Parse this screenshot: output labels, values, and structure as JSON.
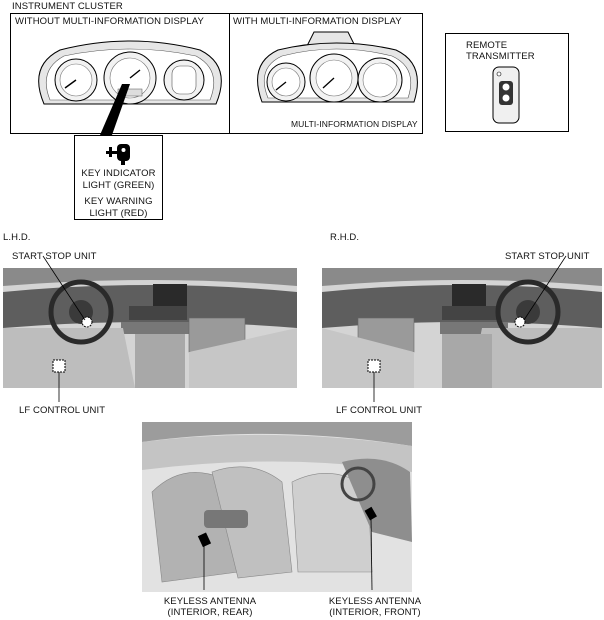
{
  "labels": {
    "instrument_cluster": "INSTRUMENT CLUSTER",
    "without_mid": "WITHOUT MULTI-INFORMATION DISPLAY",
    "with_mid": "WITH MULTI-INFORMATION DISPLAY",
    "mid": "MULTI-INFORMATION DISPLAY",
    "remote_transmitter_1": "REMOTE",
    "remote_transmitter_2": "TRANSMITTER",
    "key_indicator_1": "KEY INDICATOR",
    "key_indicator_2": "LIGHT (GREEN)",
    "key_warning_1": "KEY WARNING",
    "key_warning_2": "LIGHT (RED)",
    "lhd": "L.H.D.",
    "rhd": "R.H.D.",
    "start_stop_left": "START STOP UNIT",
    "start_stop_right": "START STOP UNIT",
    "lf_left": "LF CONTROL UNIT",
    "lf_right": "LF CONTROL UNIT",
    "keyless_rear_1": "KEYLESS ANTENNA",
    "keyless_rear_2": "(INTERIOR, REAR)",
    "keyless_front_1": "KEYLESS ANTENNA",
    "keyless_front_2": "(INTERIOR, FRONT)"
  },
  "icons": {
    "key_indicator": "key-icon",
    "remote": "remote-key-icon"
  },
  "colors": {
    "line": "#000000",
    "photo_dark": "#6a6a6a",
    "photo_light": "#d9d9d9"
  }
}
